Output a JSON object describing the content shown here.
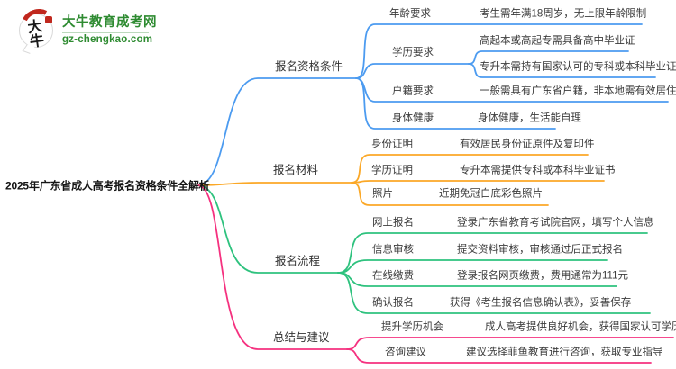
{
  "site": {
    "name": "大牛教育成考网",
    "domain": "gz-chengkao.com",
    "badge": "大牛"
  },
  "title": "2025年广东省成人高考报名资格条件全解析",
  "colors": {
    "branch_blue": "#4C9BF0",
    "branch_orange": "#FBA827",
    "branch_green": "#2EC27E",
    "branch_pink": "#F5317F",
    "logo_green": "#2e8b31",
    "logo_red": "#c0281e"
  },
  "branches": [
    {
      "label": "报名资格条件",
      "color": "#4C9BF0",
      "children": [
        {
          "label": "年龄要求",
          "descs": [
            "考生需年满18周岁，无上限年龄限制"
          ]
        },
        {
          "label": "学历要求",
          "descs": [
            "高起本或高起专需具备高中毕业证",
            "专升本需持有国家认可的专科或本科毕业证"
          ]
        },
        {
          "label": "户籍要求",
          "descs": [
            "一般需具有广东省户籍，非本地需有效居住证"
          ]
        },
        {
          "label": "身体健康",
          "descs": [
            "身体健康，生活能自理"
          ]
        }
      ]
    },
    {
      "label": "报名材料",
      "color": "#FBA827",
      "children": [
        {
          "label": "身份证明",
          "descs": [
            "有效居民身份证原件及复印件"
          ]
        },
        {
          "label": "学历证明",
          "descs": [
            "专升本需提供专科或本科毕业证书"
          ]
        },
        {
          "label": "照片",
          "descs": [
            "近期免冠白底彩色照片"
          ]
        }
      ]
    },
    {
      "label": "报名流程",
      "color": "#2EC27E",
      "children": [
        {
          "label": "网上报名",
          "descs": [
            "登录广东省教育考试院官网，填写个人信息"
          ]
        },
        {
          "label": "信息审核",
          "descs": [
            "提交资料审核，审核通过后正式报名"
          ]
        },
        {
          "label": "在线缴费",
          "descs": [
            "登录报名网页缴费，费用通常为111元"
          ]
        },
        {
          "label": "确认报名",
          "descs": [
            "获得《考生报名信息确认表》，妥善保存"
          ]
        }
      ]
    },
    {
      "label": "总结与建议",
      "color": "#F5317F",
      "children": [
        {
          "label": "提升学历机会",
          "descs": [
            "成人高考提供良好机会，获得国家认可学历"
          ]
        },
        {
          "label": "咨询建议",
          "descs": [
            "建议选择菲鱼教育进行咨询，获取专业指导"
          ]
        }
      ]
    }
  ]
}
